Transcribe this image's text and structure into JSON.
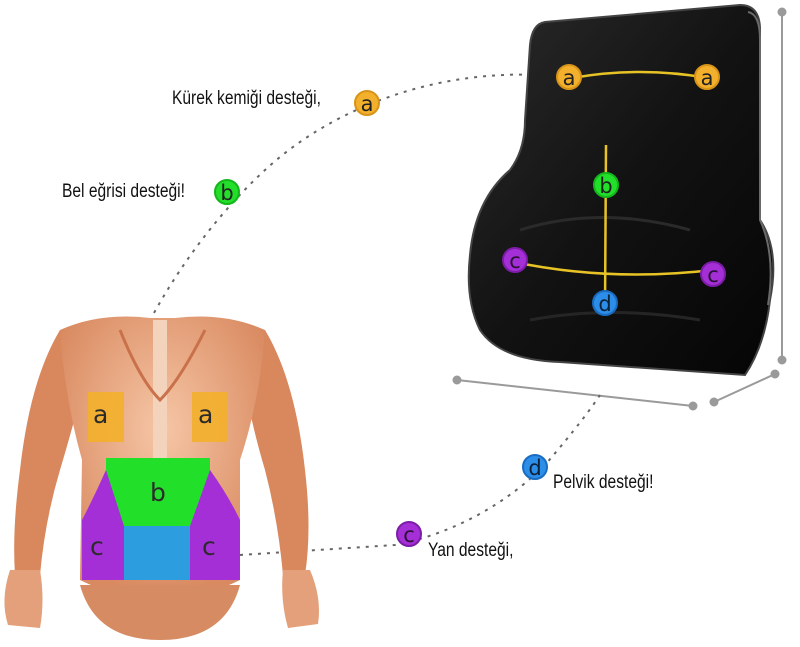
{
  "captions": {
    "scapula": "Kürek kemiği desteği,",
    "lumbar": "Bel eğrisi desteği!",
    "pelvic": "Pelvik desteği!",
    "side": "Yan desteği,"
  },
  "badges": {
    "a": "a",
    "b": "b",
    "c": "c",
    "d": "d"
  },
  "colors": {
    "a_zone": "#f2b02c",
    "b_zone": "#22e02a",
    "c_zone": "#a52fd6",
    "d_zone": "#2c8ee8",
    "cushion": "#131313",
    "support_line": "#e7c326"
  }
}
